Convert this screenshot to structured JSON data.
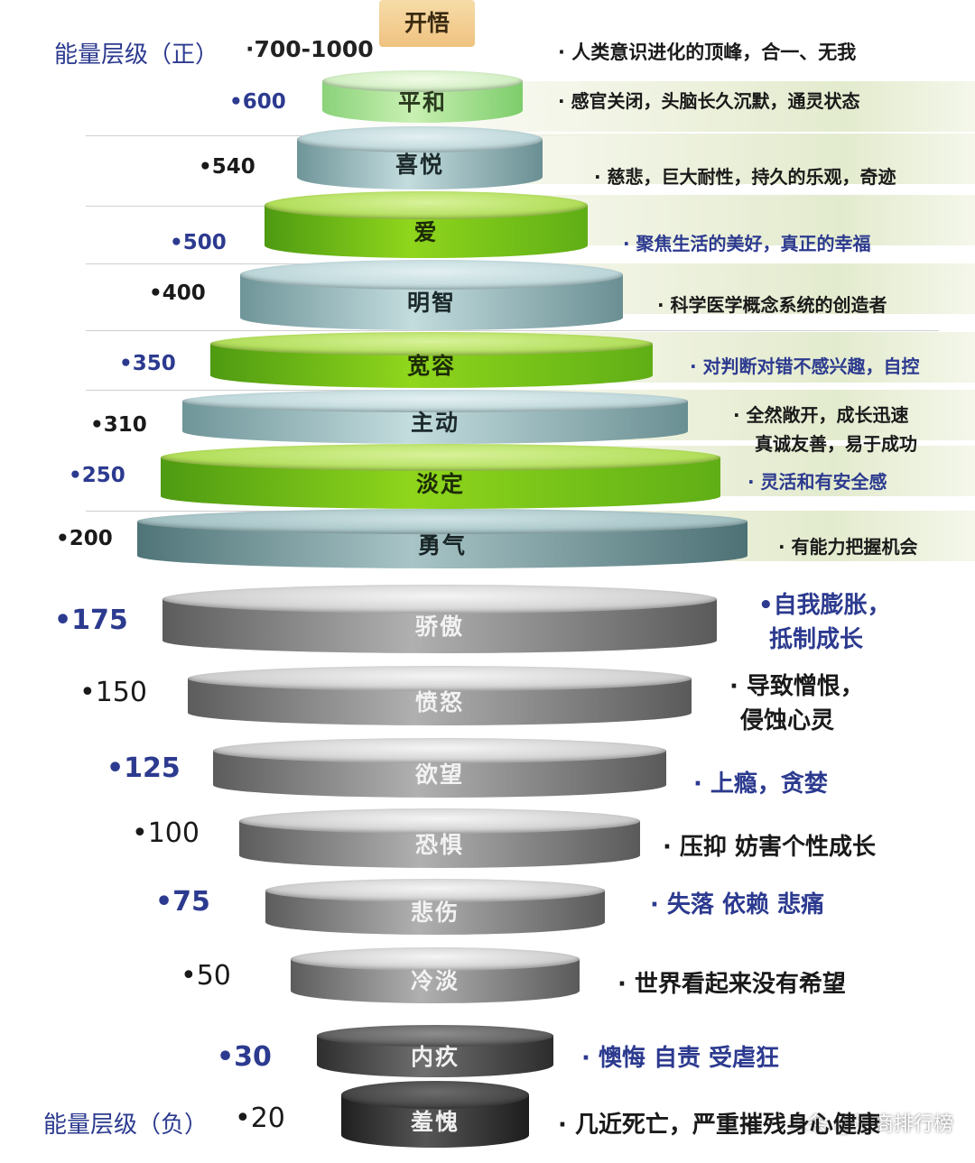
{
  "positive_label": "能量层级（正）",
  "negative_label": "能量层级（负）",
  "watermark": "头条 @汇商排行榜",
  "top": {
    "value": "·700-1000",
    "name": "开悟",
    "desc": "·  人类意识进化的顶峰，合一、无我"
  },
  "levels": [
    {
      "value": "•600",
      "name": "平和",
      "desc": [
        "·  感官关闭，头脑长久沉默，通灵状态"
      ],
      "style": "green-pale"
    },
    {
      "value": "•540",
      "name": "喜悦",
      "desc": [
        "·  慈悲，巨大耐性，持久的乐观，奇迹"
      ],
      "style": "teal"
    },
    {
      "value": "•500",
      "name": "爱",
      "desc": [
        "·  聚焦生活的美好，真正的幸福"
      ],
      "style": "green"
    },
    {
      "value": "•400",
      "name": "明智",
      "desc": [
        "·  科学医学概念系统的创造者"
      ],
      "style": "teal"
    },
    {
      "value": "•350",
      "name": "宽容",
      "desc": [
        "·  对判断对错不感兴趣，自控"
      ],
      "style": "green"
    },
    {
      "value": "•310",
      "name": "主动",
      "desc": [
        "·  全然敞开，成长迅速",
        "真诚友善，易于成功"
      ],
      "style": "teal"
    },
    {
      "value": "•250",
      "name": "淡定",
      "desc": [
        "·  灵活和有安全感"
      ],
      "style": "green"
    },
    {
      "value": "•200",
      "name": "勇气",
      "desc": [
        "·  有能力把握机会"
      ],
      "style": "teal-dark"
    },
    {
      "value": "•175",
      "name": "骄傲",
      "desc": [
        "•自我膨胀，",
        "抵制成长"
      ],
      "style": "gray"
    },
    {
      "value": "•150",
      "name": "愤怒",
      "desc": [
        "·  导致憎恨，",
        "侵蚀心灵"
      ],
      "style": "gray"
    },
    {
      "value": "•125",
      "name": "欲望",
      "desc": [
        "·  上瘾，贪婪"
      ],
      "style": "gray"
    },
    {
      "value": "•100",
      "name": "恐惧",
      "desc": [
        "·  压抑 妨害个性成长"
      ],
      "style": "gray"
    },
    {
      "value": "•75",
      "name": "悲伤",
      "desc": [
        "·  失落 依赖 悲痛"
      ],
      "style": "gray"
    },
    {
      "value": "•50",
      "name": "冷淡",
      "desc": [
        "·  世界看起来没有希望"
      ],
      "style": "gray"
    },
    {
      "value": "•30",
      "name": "内疚",
      "desc": [
        "·  懊悔 自责 受虐狂"
      ],
      "style": "gray-dark"
    },
    {
      "value": "•20",
      "name": "羞愧",
      "desc": [
        "·  几近死亡，严重摧残身心健康"
      ],
      "style": "gray-darker"
    }
  ],
  "colors": {
    "blue": "#2c3a8f",
    "black": "#1a1a1a"
  }
}
